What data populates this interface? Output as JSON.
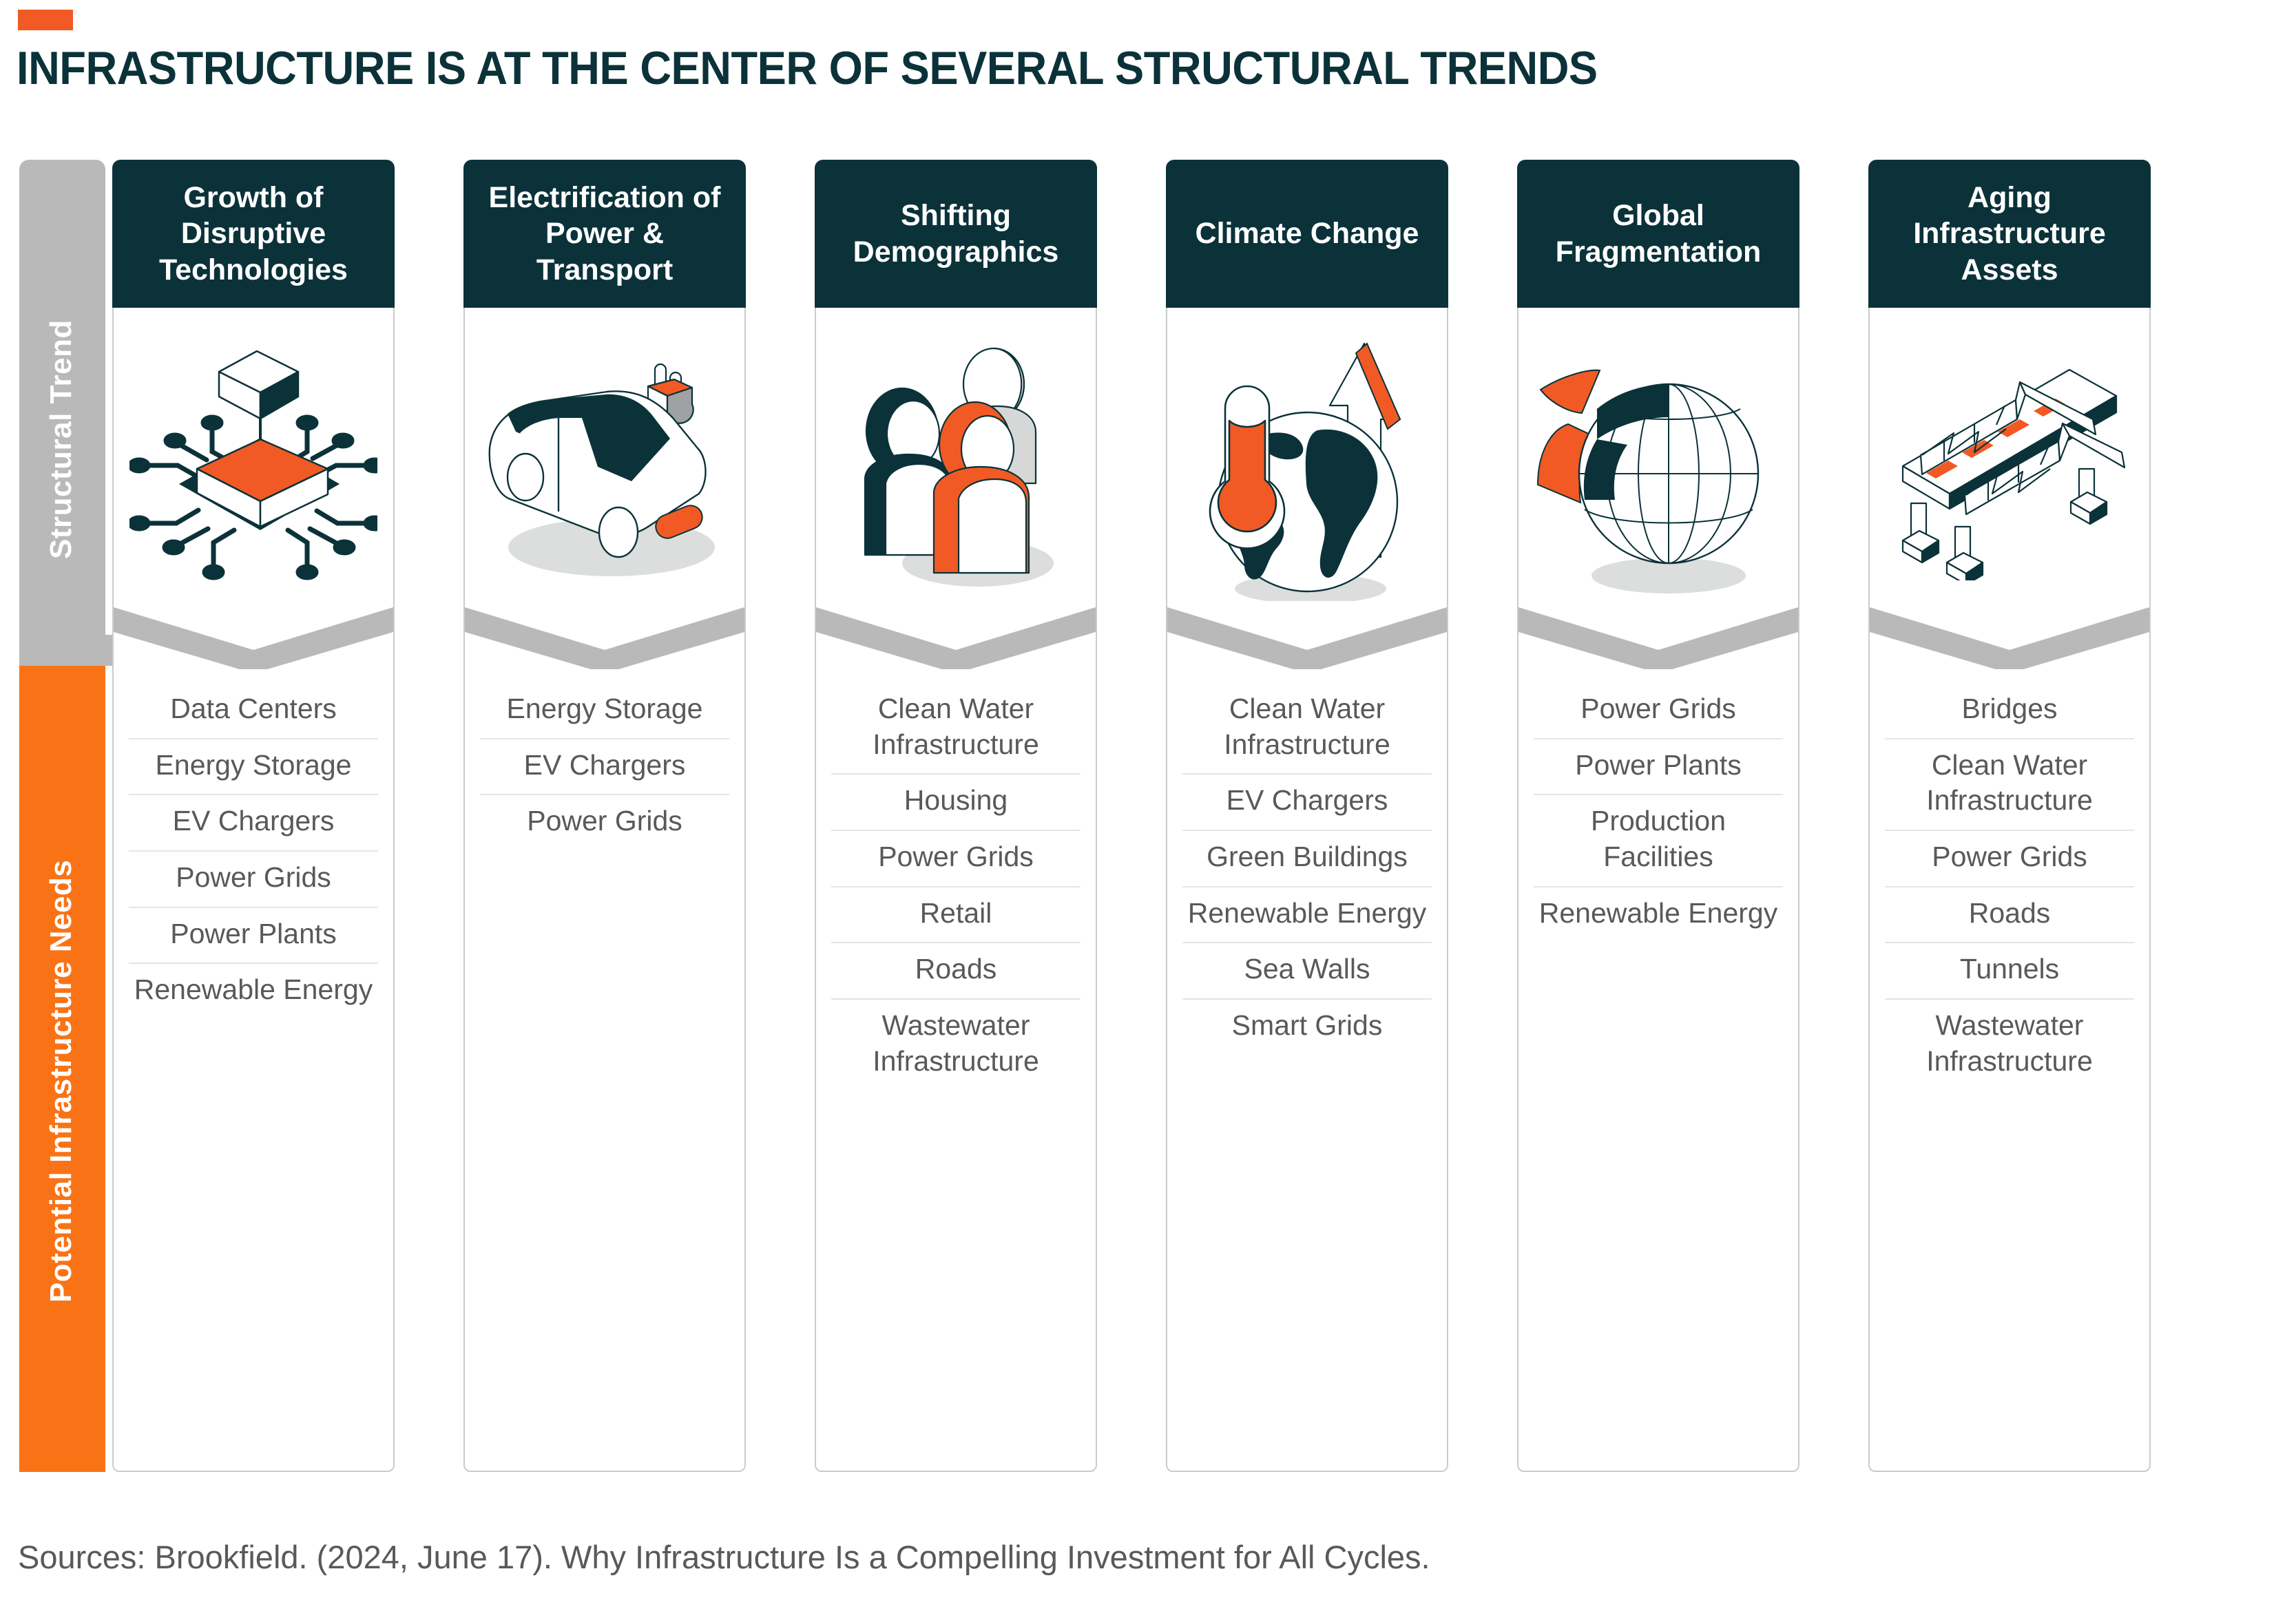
{
  "header": {
    "accent_color": "#F15A24",
    "title": "INFRASTRUCTURE IS AT THE CENTER OF SEVERAL STRUCTURAL TRENDS"
  },
  "theme": {
    "dark": "#0B3239",
    "orange": "#F97316",
    "gray": "#B9B9B9",
    "text_gray": "#595959",
    "rule": "#E3E5E6"
  },
  "rail": {
    "top_label": "Structural Trend",
    "bottom_label": "Potential Infrastructure Needs"
  },
  "columns": [
    {
      "title": "Growth of Disruptive Technologies",
      "icon": "processor-chip-icon",
      "items": [
        "Data Centers",
        "Energy Storage",
        "EV Chargers",
        "Power Grids",
        "Power Plants",
        "Renewable Energy"
      ]
    },
    {
      "title": "Electrification of Power & Transport",
      "icon": "electric-car-plug-icon",
      "items": [
        "Energy Storage",
        "EV Chargers",
        "Power Grids"
      ]
    },
    {
      "title": "Shifting Demographics",
      "icon": "people-group-icon",
      "items": [
        "Clean Water Infrastructure",
        "Housing",
        "Power Grids",
        "Retail",
        "Roads",
        "Wastewater Infrastructure"
      ]
    },
    {
      "title": "Climate Change",
      "icon": "globe-thermometer-arrow-icon",
      "items": [
        "Clean Water Infrastructure",
        "EV Chargers",
        "Green Buildings",
        "Renewable Energy",
        "Sea Walls",
        "Smart Grids"
      ]
    },
    {
      "title": "Global Fragmentation",
      "icon": "fragmented-globe-icon",
      "items": [
        "Power Grids",
        "Power Plants",
        "Production Facilities",
        "Renewable Energy"
      ]
    },
    {
      "title": "Aging Infrastructure Assets",
      "icon": "truss-bridge-icon",
      "items": [
        "Bridges",
        "Clean Water Infrastructure",
        "Power Grids",
        "Roads",
        "Tunnels",
        "Wastewater Infrastructure"
      ]
    }
  ],
  "footer": {
    "sources": "Sources: Brookfield. (2024, June 17). Why Infrastructure Is a Compelling Investment for All Cycles."
  }
}
